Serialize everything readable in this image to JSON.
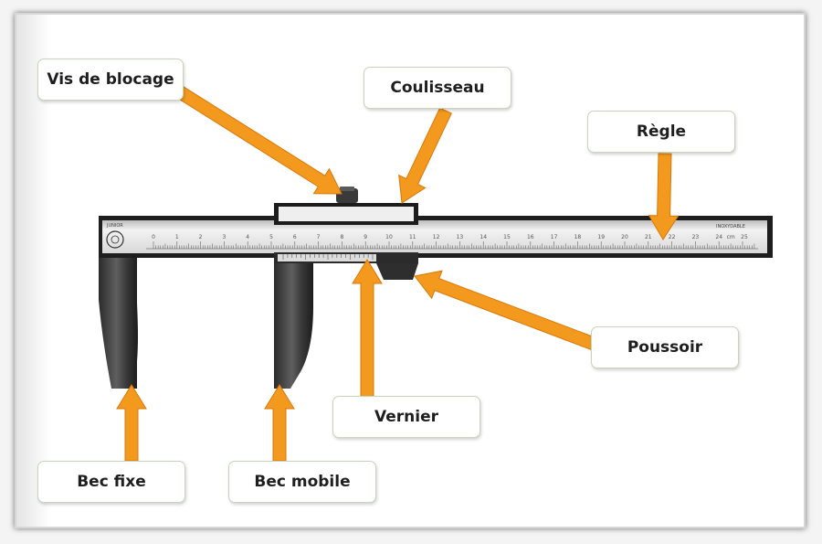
{
  "labels": {
    "vis_de_blocage": "Vis de blocage",
    "coulisseau": "Coulisseau",
    "regle": "Règle",
    "poussoir": "Poussoir",
    "vernier": "Vernier",
    "bec_fixe": "Bec fixe",
    "bec_mobile": "Bec mobile"
  },
  "scale": {
    "numbers": [
      "0",
      "1",
      "2",
      "3",
      "4",
      "5",
      "6",
      "7",
      "8",
      "9",
      "10",
      "11",
      "12",
      "13",
      "14",
      "15",
      "16",
      "17",
      "18",
      "19",
      "20",
      "21",
      "22",
      "23",
      "24",
      "cm",
      "25"
    ],
    "brand_left": "JUNIOR",
    "brand_right": "INOXYDABLE"
  },
  "colors": {
    "arrow": "#f39a1e",
    "arrow_edge": "#d9780a",
    "label_border": "#c8d5b8"
  }
}
